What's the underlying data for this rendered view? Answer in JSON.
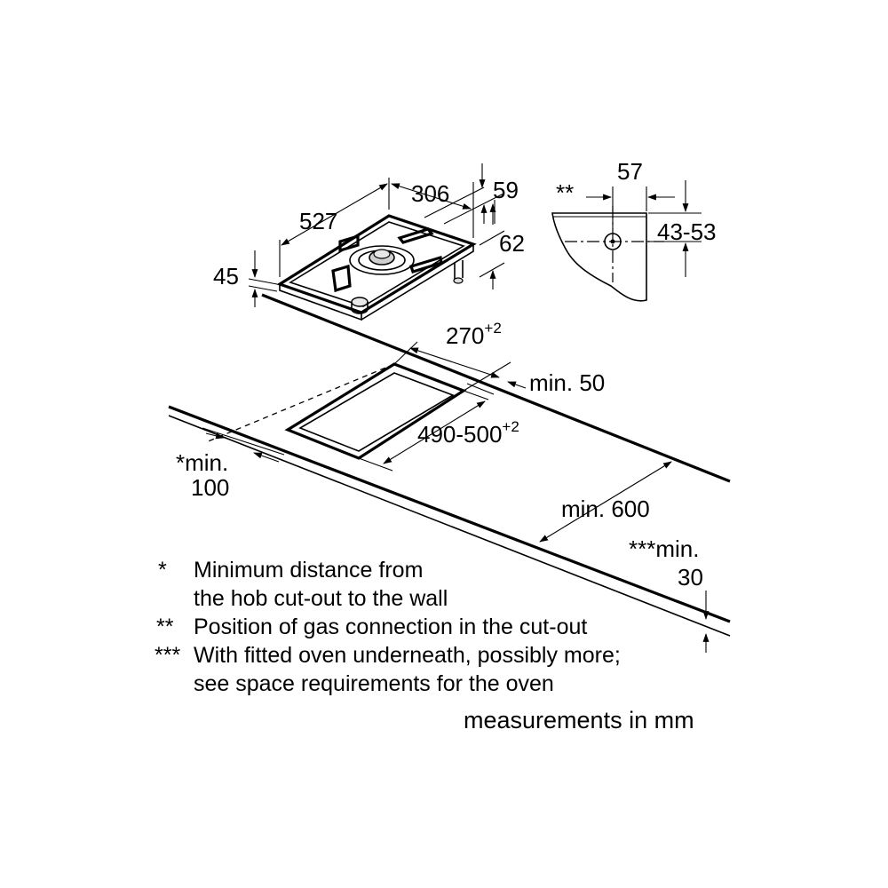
{
  "dimensions": {
    "hob_depth": "527",
    "hob_width": "306",
    "hob_height": "45",
    "knob_offset": "59",
    "knob_depth": "62",
    "gas_offset_marker": "**",
    "gas_x": "57",
    "gas_y": "43-53",
    "cutout_width": "270",
    "cutout_width_tol": "+2",
    "cutout_depth": "490-500",
    "cutout_depth_tol": "+2",
    "min_back": "min. 50",
    "wall_distance_line1": "*min.",
    "wall_distance_line2": "100",
    "worktop_depth": "min. 600",
    "oven_gap_line1": "***min.",
    "oven_gap_line2": "30"
  },
  "notes": [
    {
      "marker": "*",
      "lines": [
        "Minimum distance from",
        "the hob cut-out to the wall"
      ]
    },
    {
      "marker": "**",
      "lines": [
        "Position of gas connection in the cut-out"
      ]
    },
    {
      "marker": "***",
      "lines": [
        "With fitted oven underneath, possibly more;",
        "see space requirements for the oven"
      ]
    }
  ],
  "units_note": "measurements in mm"
}
